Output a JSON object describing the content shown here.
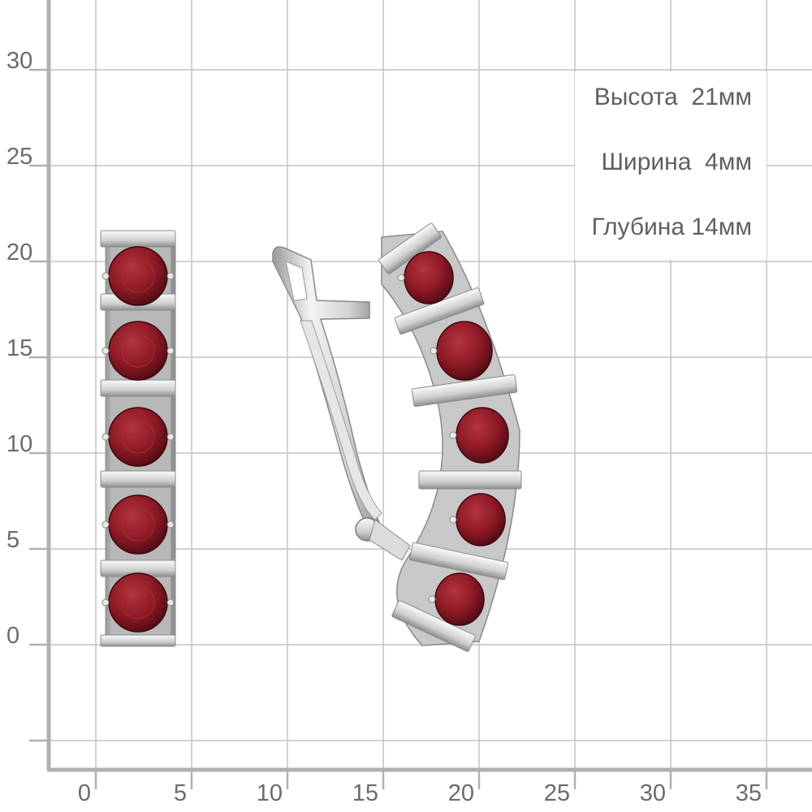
{
  "y_axis_labels": [
    "30",
    "25",
    "20",
    "15",
    "10",
    "5",
    "0"
  ],
  "x_axis_labels": [
    "0",
    "5",
    "10",
    "15",
    "20",
    "25",
    "30",
    "35"
  ],
  "dimensions": {
    "height": "Высота  21мм",
    "width": "Ширина  4мм",
    "depth": "Глубина 14мм"
  },
  "colors": {
    "grid": "#c4c4c4",
    "axis": "#b0b0b0",
    "metal": "#d9d9d9",
    "metal_dark": "#8c8c8c",
    "gem": "#8e1a26",
    "gem_dark": "#4d0a12",
    "text": "#5f5f5f"
  }
}
